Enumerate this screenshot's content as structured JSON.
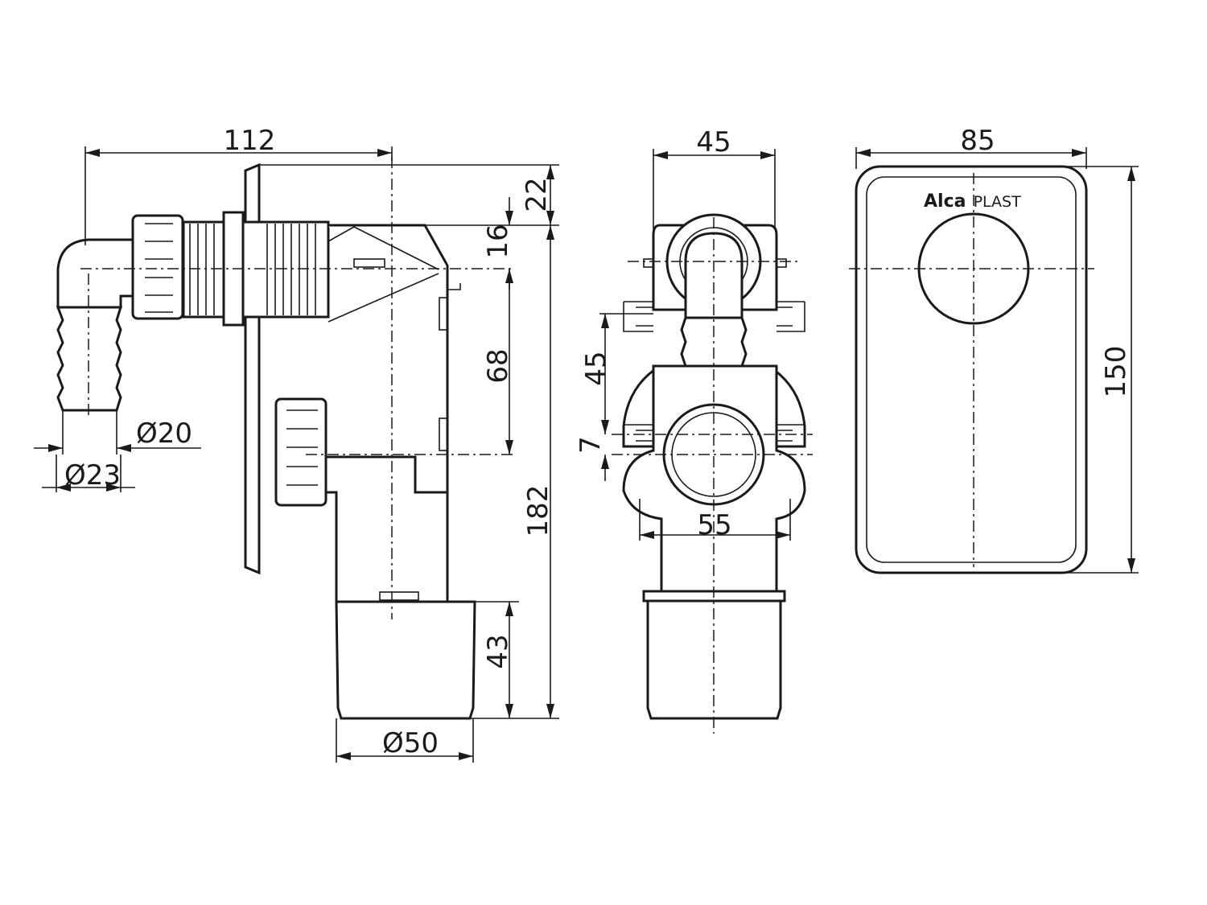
{
  "side_view": {
    "width_112": "112",
    "height_22": "22",
    "height_16": "16",
    "height_68": "68",
    "height_182": "182",
    "height_43": "43",
    "diameter_20": "Ø20",
    "diameter_23": "Ø23",
    "diameter_50": "Ø50"
  },
  "front_view": {
    "width_45": "45",
    "height_45": "45",
    "height_7": "7",
    "width_55": "55"
  },
  "cover_plate": {
    "width_85": "85",
    "height_150": "150",
    "brand_bold": "Alca",
    "brand_light": "PLAST"
  },
  "colors": {
    "line": "#1a1a1a",
    "background": "#ffffff"
  }
}
